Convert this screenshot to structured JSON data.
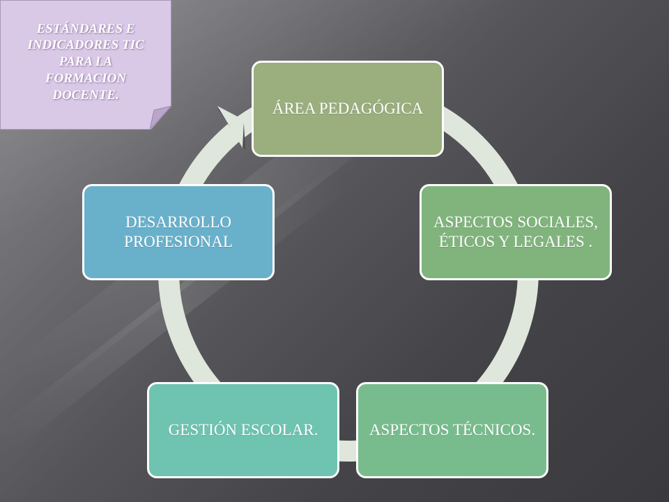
{
  "note": {
    "title": "ESTÁNDARES E\nINDICADORES TIC\nPARA  LA\nFORMACION\nDOCENTE."
  },
  "cycle": {
    "items": [
      {
        "label": "ÁREA PEDAGÓGICA",
        "color": "#9aae7e"
      },
      {
        "label": "ASPECTOS SOCIALES, ÉTICOS Y LEGALES .",
        "color": "#80b47c"
      },
      {
        "label": "ASPECTOS TÉCNICOS.",
        "color": "#78bc8e"
      },
      {
        "label": "GESTIÓN ESCOLAR.",
        "color": "#6ec3b1"
      },
      {
        "label": "DESARROLLO PROFESIONAL",
        "color": "#69b0cb"
      }
    ],
    "ring_color": "#dfe6dc"
  },
  "background_color": "#4a4a4e"
}
